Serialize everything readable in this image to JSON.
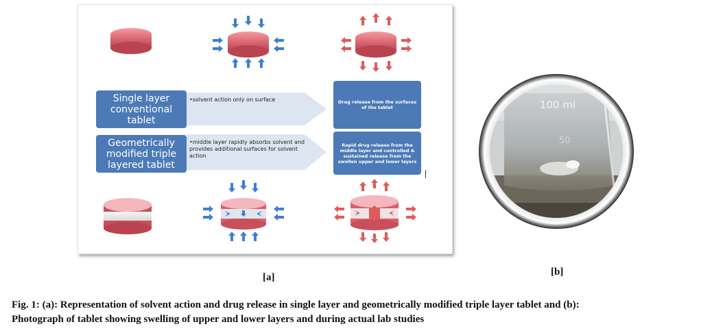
{
  "panel_a": {
    "single_layer_label": "Single layer conventional tablet",
    "single_layer_note": "•solvent action only on surface",
    "single_layer_result": "Drug release from the surfaces of the tablet",
    "triple_layer_label": "Geometrically modified triple layered tablet",
    "triple_layer_note": "•middle layer rapidly absorbs solvent and provides additional surfaces for solvent action",
    "triple_layer_result": "Rapid drug release from the middle layer and controlled & sustained release from the swollen upper and lower layers",
    "label": "[a]"
  },
  "panel_b": {
    "beaker_mark_top": "100 ml",
    "beaker_mark_mid": "50",
    "label": "[b]"
  },
  "caption": {
    "line1": "Fig. 1: (a): Representation of solvent action and drug release in single layer and geometrically modified triple layer tablet and (b):",
    "line2": "Photograph of tablet showing swelling of upper and lower layers and during actual lab studies"
  },
  "colors": {
    "tablet": "#d8616c",
    "tablet_light": "#f3b7bd",
    "arrow_blue": "#3d7fd0",
    "arrow_red": "#e05a5a",
    "box_blue": "#4c7ab6",
    "chevron": "#dde5f1"
  },
  "icons": {
    "inward_arrows": "arrow-in-icon",
    "outward_arrows": "arrow-out-icon"
  }
}
